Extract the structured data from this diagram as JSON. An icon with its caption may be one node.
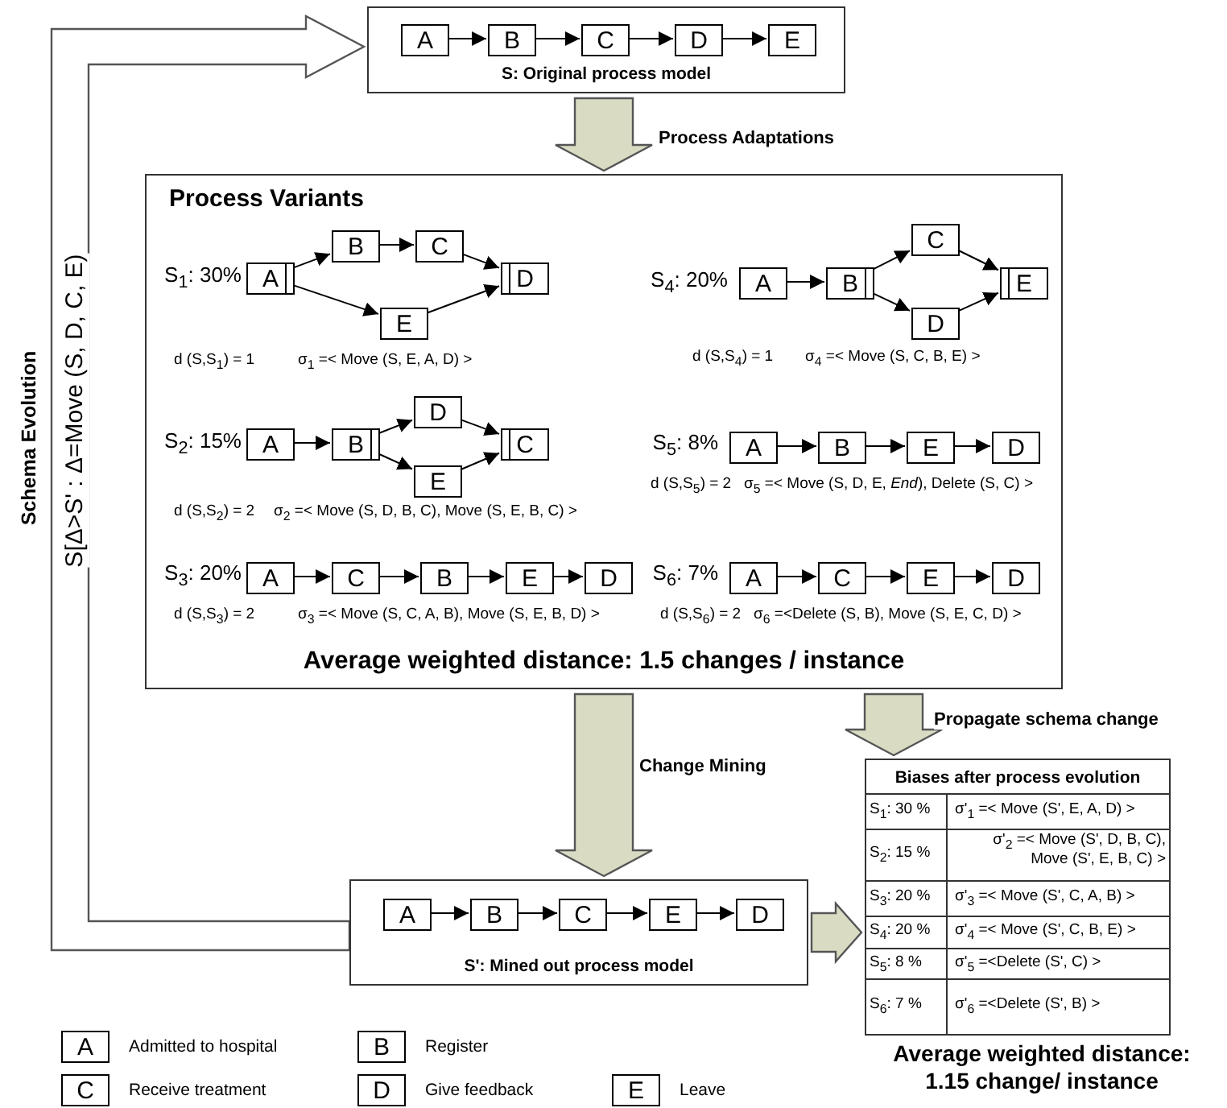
{
  "diagram": {
    "nodes": [
      {
        "text": [
          "S: Original process model"
        ]
      },
      {
        "text": [
          "A"
        ],
        "in": 0
      },
      {
        "text": [
          "B"
        ],
        "in": 0
      },
      {
        "text": [
          "C"
        ],
        "in": 0
      },
      {
        "text": [
          "D"
        ],
        "in": 0
      },
      {
        "text": [
          "E"
        ],
        "in": 0
      },
      {
        "text": [
          "Process Variants",
          "Average weighted distance: 1.5 changes / instance"
        ]
      },
      {
        "text": [
          "A"
        ],
        "in": 6
      },
      {
        "text": [
          "B"
        ],
        "in": 6
      },
      {
        "text": [
          "C"
        ],
        "in": 6
      },
      {
        "text": [
          "D"
        ],
        "in": 6
      },
      {
        "text": [
          "E"
        ],
        "in": 6
      },
      {
        "text": [
          "A"
        ],
        "in": 6
      },
      {
        "text": [
          "B"
        ],
        "in": 6
      },
      {
        "text": [
          "D"
        ],
        "in": 6
      },
      {
        "text": [
          "E"
        ],
        "in": 6
      },
      {
        "text": [
          "C"
        ],
        "in": 6
      },
      {
        "text": [
          "A"
        ],
        "in": 6
      },
      {
        "text": [
          "C"
        ],
        "in": 6
      },
      {
        "text": [
          "B"
        ],
        "in": 6
      },
      {
        "text": [
          "E"
        ],
        "in": 6
      },
      {
        "text": [
          "D"
        ],
        "in": 6
      },
      {
        "text": [
          "A"
        ],
        "in": 6
      },
      {
        "text": [
          "B"
        ],
        "in": 6
      },
      {
        "text": [
          "C"
        ],
        "in": 6
      },
      {
        "text": [
          "D"
        ],
        "in": 6
      },
      {
        "text": [
          "E"
        ],
        "in": 6
      },
      {
        "text": [
          "A"
        ],
        "in": 6
      },
      {
        "text": [
          "B"
        ],
        "in": 6
      },
      {
        "text": [
          "E"
        ],
        "in": 6
      },
      {
        "text": [
          "D"
        ],
        "in": 6
      },
      {
        "text": [
          "A"
        ],
        "in": 6
      },
      {
        "text": [
          "C"
        ],
        "in": 6
      },
      {
        "text": [
          "E"
        ],
        "in": 6
      },
      {
        "text": [
          "D"
        ],
        "in": 6
      },
      {
        "text": [
          "S': Mined out process model"
        ]
      },
      {
        "text": [
          "A"
        ],
        "in": 35
      },
      {
        "text": [
          "B"
        ],
        "in": 35
      },
      {
        "text": [
          "C"
        ],
        "in": 35
      },
      {
        "text": [
          "E"
        ],
        "in": 35
      },
      {
        "text": [
          "D"
        ],
        "in": 35
      },
      {
        "text": [
          "Biases after process evolution"
        ]
      },
      {
        "text": [
          "A"
        ],
        "beside": [
          "Admitted to hospital"
        ]
      },
      {
        "text": [
          "B"
        ],
        "beside": [
          "Register"
        ]
      },
      {
        "text": [
          "C"
        ],
        "beside": [
          "Receive treatment"
        ]
      },
      {
        "text": [
          "D"
        ],
        "beside": [
          "Give feedback"
        ]
      },
      {
        "text": [
          "E"
        ],
        "beside": [
          "Leave"
        ]
      }
    ],
    "edges": [
      {
        "from": 1,
        "to": 2,
        "arrow": "to"
      },
      {
        "from": 2,
        "to": 3,
        "arrow": "to"
      },
      {
        "from": 3,
        "to": 4,
        "arrow": "to"
      },
      {
        "from": 4,
        "to": 5,
        "arrow": "to"
      },
      {
        "from": 7,
        "to": 8,
        "arrow": "to"
      },
      {
        "from": 8,
        "to": 9,
        "arrow": "to"
      },
      {
        "from": 9,
        "to": 10,
        "arrow": "to"
      },
      {
        "from": 7,
        "to": 11,
        "arrow": "to"
      },
      {
        "from": 11,
        "to": 10,
        "arrow": "to"
      },
      {
        "from": 12,
        "to": 13,
        "arrow": "to"
      },
      {
        "from": 13,
        "to": 14,
        "arrow": "to"
      },
      {
        "from": 13,
        "to": 15,
        "arrow": "to"
      },
      {
        "from": 14,
        "to": 16,
        "arrow": "to"
      },
      {
        "from": 15,
        "to": 16,
        "arrow": "to"
      },
      {
        "from": 17,
        "to": 18,
        "arrow": "to"
      },
      {
        "from": 18,
        "to": 19,
        "arrow": "to"
      },
      {
        "from": 19,
        "to": 20,
        "arrow": "to"
      },
      {
        "from": 20,
        "to": 21,
        "arrow": "to"
      },
      {
        "from": 22,
        "to": 23,
        "arrow": "to"
      },
      {
        "from": 23,
        "to": 24,
        "arrow": "to"
      },
      {
        "from": 23,
        "to": 25,
        "arrow": "to"
      },
      {
        "from": 24,
        "to": 26,
        "arrow": "to"
      },
      {
        "from": 25,
        "to": 26,
        "arrow": "to"
      },
      {
        "from": 27,
        "to": 28,
        "arrow": "to"
      },
      {
        "from": 28,
        "to": 29,
        "arrow": "to"
      },
      {
        "from": 29,
        "to": 30,
        "arrow": "to"
      },
      {
        "from": 31,
        "to": 32,
        "arrow": "to"
      },
      {
        "from": 32,
        "to": 33,
        "arrow": "to"
      },
      {
        "from": 33,
        "to": 34,
        "arrow": "to"
      },
      {
        "from": 36,
        "to": 37,
        "arrow": "to"
      },
      {
        "from": 37,
        "to": 38,
        "arrow": "to"
      },
      {
        "from": 38,
        "to": 39,
        "arrow": "to"
      },
      {
        "from": 39,
        "to": 40,
        "arrow": "to"
      },
      {
        "from": 0,
        "to": 6,
        "arrow": "to",
        "label": "Process Adaptations",
        "style": "thick",
        "color": "#d9dcc3"
      },
      {
        "from": 6,
        "to": 35,
        "arrow": "to",
        "label": "Change Mining",
        "style": "thick",
        "color": "#d9dcc3"
      },
      {
        "from": 6,
        "to": 41,
        "arrow": "to",
        "label": "Propagate schema change",
        "style": "thick",
        "color": "#d9dcc3"
      },
      {
        "from": 35,
        "to": 41,
        "arrow": "to",
        "style": "thick",
        "color": "#d9dcc3"
      },
      {
        "from": 35,
        "to": 0,
        "arrow": "to",
        "label": "S[Δ>S' : Δ=Move (S, D, C, E)",
        "style": "thick"
      }
    ],
    "labels": [
      "S$_{1}$: 30%",
      "d (S,S$_{1}$) = 1",
      "σ$_{1}$ =< Move (S, E, A, D) >",
      "S$_{2}$: 15%",
      "d (S,S$_{2}$) = 2",
      "σ$_{2}$ =< Move (S, D, B, C), Move (S, E, B, C) >",
      "S$_{3}$: 20%",
      "d (S,S$_{3}$) = 2",
      "σ$_{3}$ =< Move (S, C, A, B), Move (S, E, B, D) >",
      "S$_{4}$: 20%",
      "d (S,S$_{4}$) = 1",
      "σ$_{4}$ =< Move (S, C, B, E) >",
      "S$_{5}$: 8%",
      "d (S,S$_{5}$) = 2",
      "σ$_{5}$ =< Move (S, D, E, *End*), Delete (S, C) >",
      "S$_{6}$: 7%",
      "d (S,S$_{6}$) = 2",
      "σ$_{6}$ =<Delete (S, B), Move (S, E, C, D) >",
      "Schema Evolution",
      "S$_{1}$: 30 %",
      "σ'$_{1}$ =< Move (S', E, A, D) >",
      "S$_{2}$: 15 %",
      "σ'$_{2}$ =< Move (S', D, B, C), Move (S', E, B, C) >",
      "S$_{3}$: 20 %",
      "σ'$_{3}$ =< Move (S', C, A, B) >",
      "S$_{4}$: 20 %",
      "σ'$_{4}$ =< Move (S', C, B, E) >",
      "S$_{5}$: 8 %",
      "σ'$_{5}$ =<Delete (S', C) >",
      "S$_{6}$: 7 %",
      "σ'$_{6}$ =<Delete (S', B) >",
      "Average weighted distance: 1.15 change/ instance"
    ]
  }
}
